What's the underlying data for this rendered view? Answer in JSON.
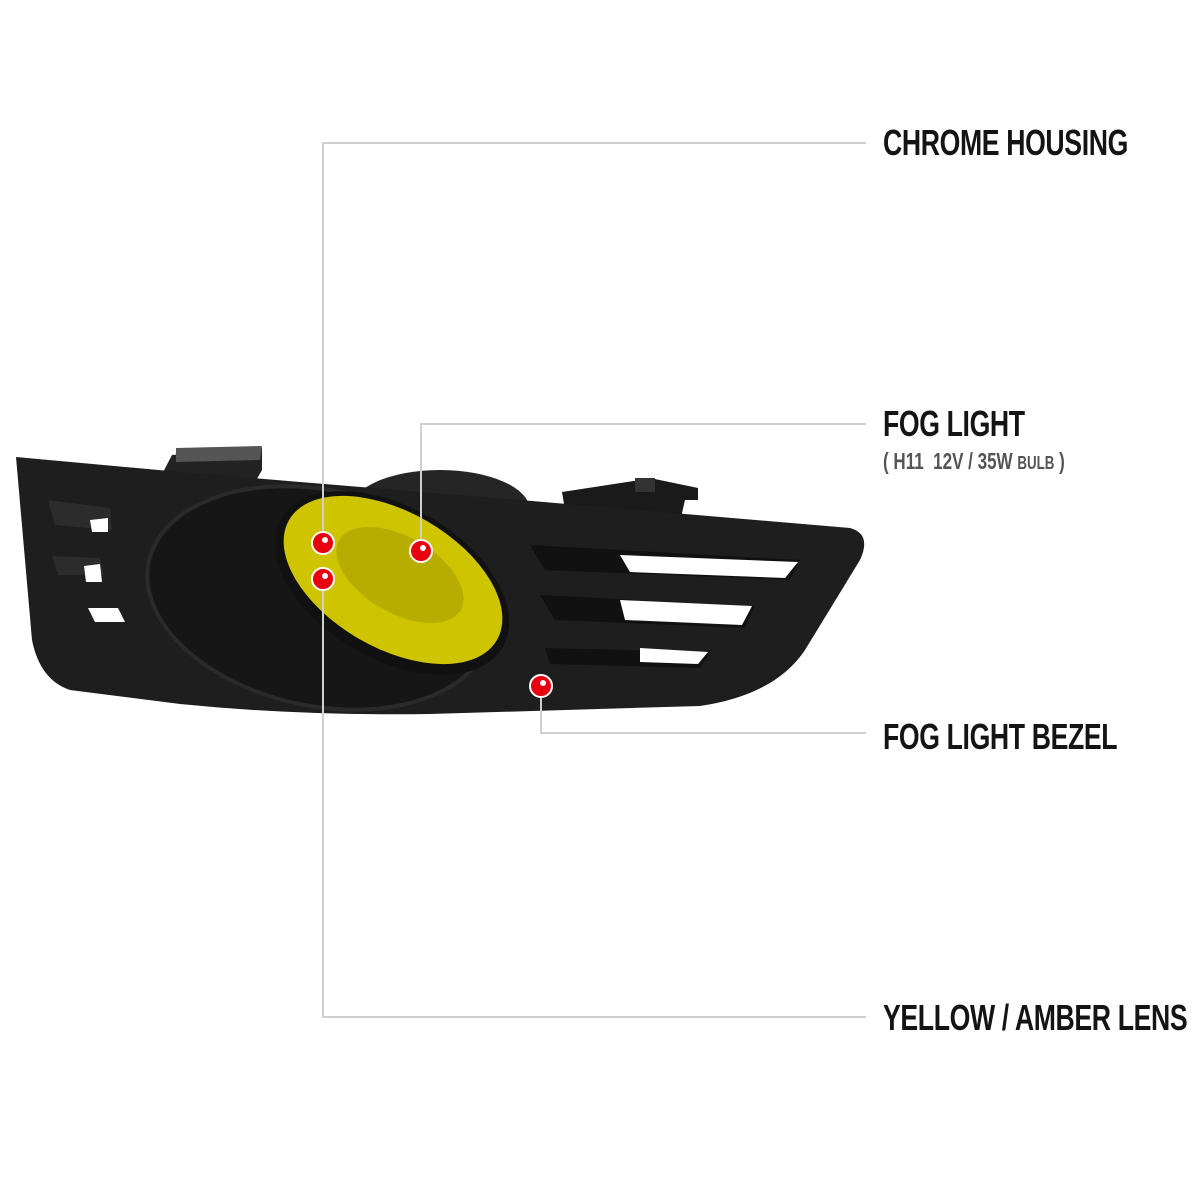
{
  "callouts": {
    "chrome_housing": "CHROME HOUSING",
    "fog_light": "FOG LIGHT",
    "fog_light_spec": {
      "open": "(",
      "bulb_type": "H11",
      "rating": "12V / 35W",
      "suffix": "BULB",
      "close": ")"
    },
    "fog_light_bezel": "FOG LIGHT BEZEL",
    "lens": "YELLOW / AMBER LENS"
  },
  "colors": {
    "marker": "#e8000f",
    "leader_line": "#cfcfcf",
    "lens": "#cfc400",
    "bezel": "#1e1e1e"
  }
}
